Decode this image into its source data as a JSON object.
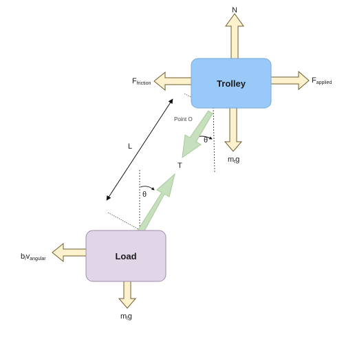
{
  "colors": {
    "trolley_fill": "#99c9f8",
    "trolley_stroke": "#7ba7d6",
    "load_fill": "#e1d5e8",
    "load_stroke": "#9d8daa",
    "force_arrow_fill": "#fdf2cd",
    "force_arrow_stroke": "#6b5b2d",
    "tension_arrow_fill": "#c6e0bd",
    "tension_arrow_stroke": "#a7c89b"
  },
  "trolley": {
    "label": "Trolley"
  },
  "load": {
    "label": "Load"
  },
  "forces": {
    "normal": {
      "label": "N"
    },
    "friction": {
      "label": "F",
      "subscript": "friction"
    },
    "applied": {
      "label": "F",
      "subscript": "applied"
    },
    "trolley_weight": {
      "label": "m",
      "subscript": "t",
      "suffix": "g"
    },
    "load_weight": {
      "label": "m",
      "subscript": "l",
      "suffix": "g"
    },
    "damping": {
      "label": "b",
      "subscript": "l",
      "suffix": "v",
      "suffix_subscript": "angular"
    }
  },
  "tension": {
    "label": "T"
  },
  "pivot": {
    "label": "Point O"
  },
  "length": {
    "label": "L"
  },
  "angle_top": {
    "label": "θ"
  },
  "angle_bottom": {
    "label": "θ"
  }
}
